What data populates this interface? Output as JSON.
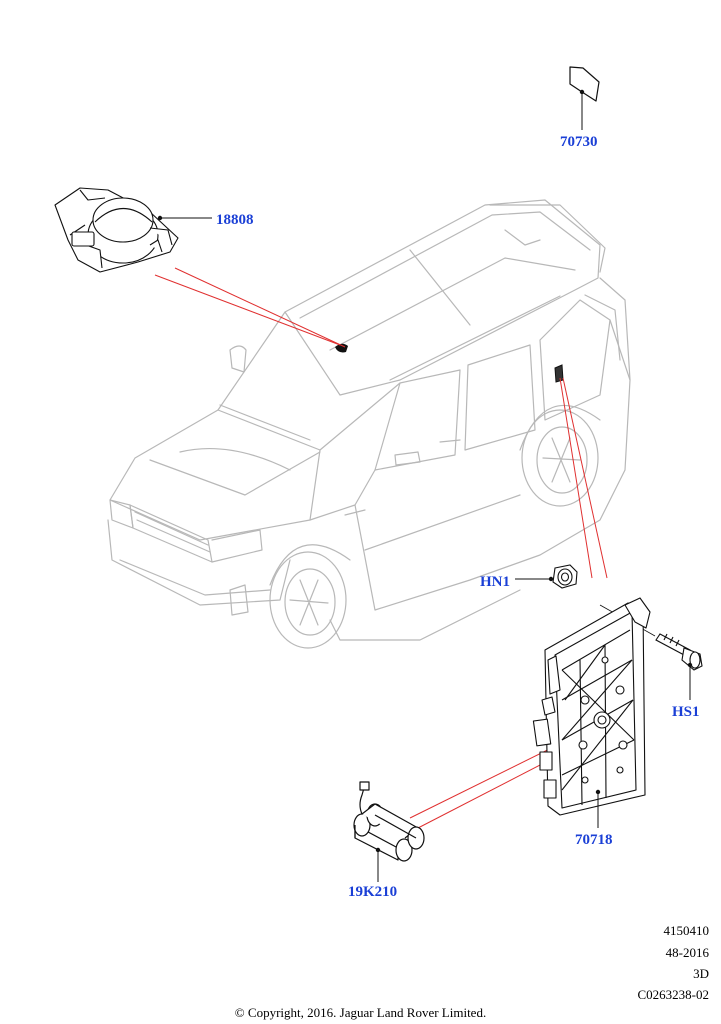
{
  "callouts": {
    "c70730": "70730",
    "c18808": "18808",
    "hn1": "HN1",
    "hs1": "HS1",
    "c70718": "70718",
    "c19k210": "19K210"
  },
  "meta": {
    "line1": "4150410",
    "line2": "48-2016",
    "line3": "3D",
    "line4": "C0263238-02"
  },
  "copyright": "© Copyright, 2016. Jaguar Land Rover Limited.",
  "colors": {
    "callout": "#1a3fd6",
    "leader_red": "#e03030",
    "vehicle_outline": "#b8b8b8",
    "part_outline": "#111111"
  }
}
